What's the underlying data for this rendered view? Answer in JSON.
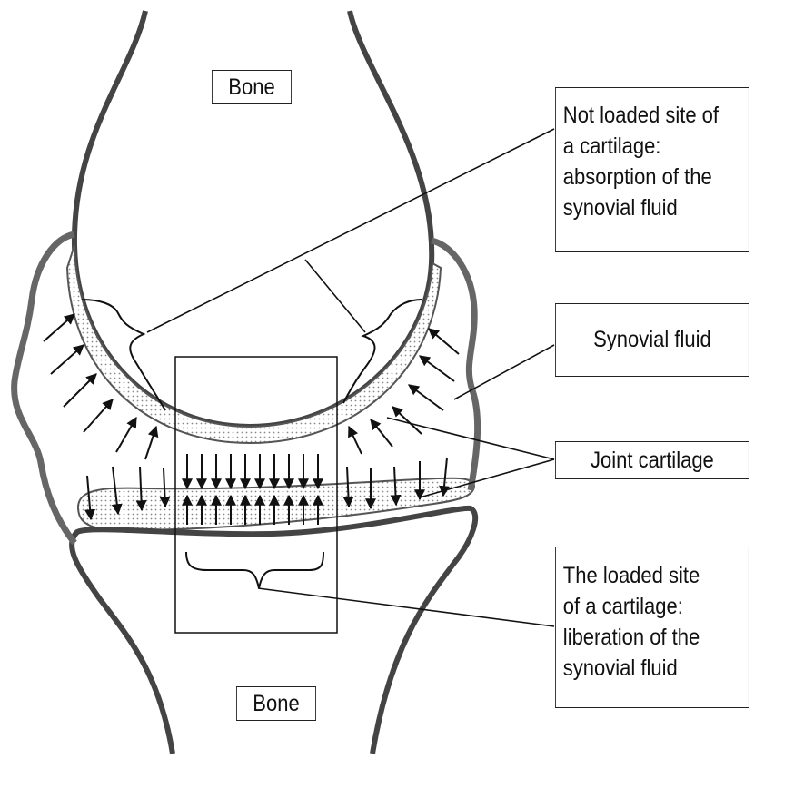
{
  "labels": {
    "bone_top": "Bone",
    "bone_bottom": "Bone",
    "not_loaded": [
      "Not loaded site of",
      "a cartilage:",
      "absorption of the",
      "synovial fluid"
    ],
    "synovial_fluid": "Synovial fluid",
    "joint_cartilage": "Joint cartilage",
    "loaded": [
      "The loaded site",
      "of a cartilage:",
      "liberation of the",
      "synovial fluid"
    ]
  },
  "colors": {
    "capsule": "#666666",
    "bone_outline": "#444444",
    "line": "#111111",
    "cartilage_dots": "#8a8a8a"
  }
}
